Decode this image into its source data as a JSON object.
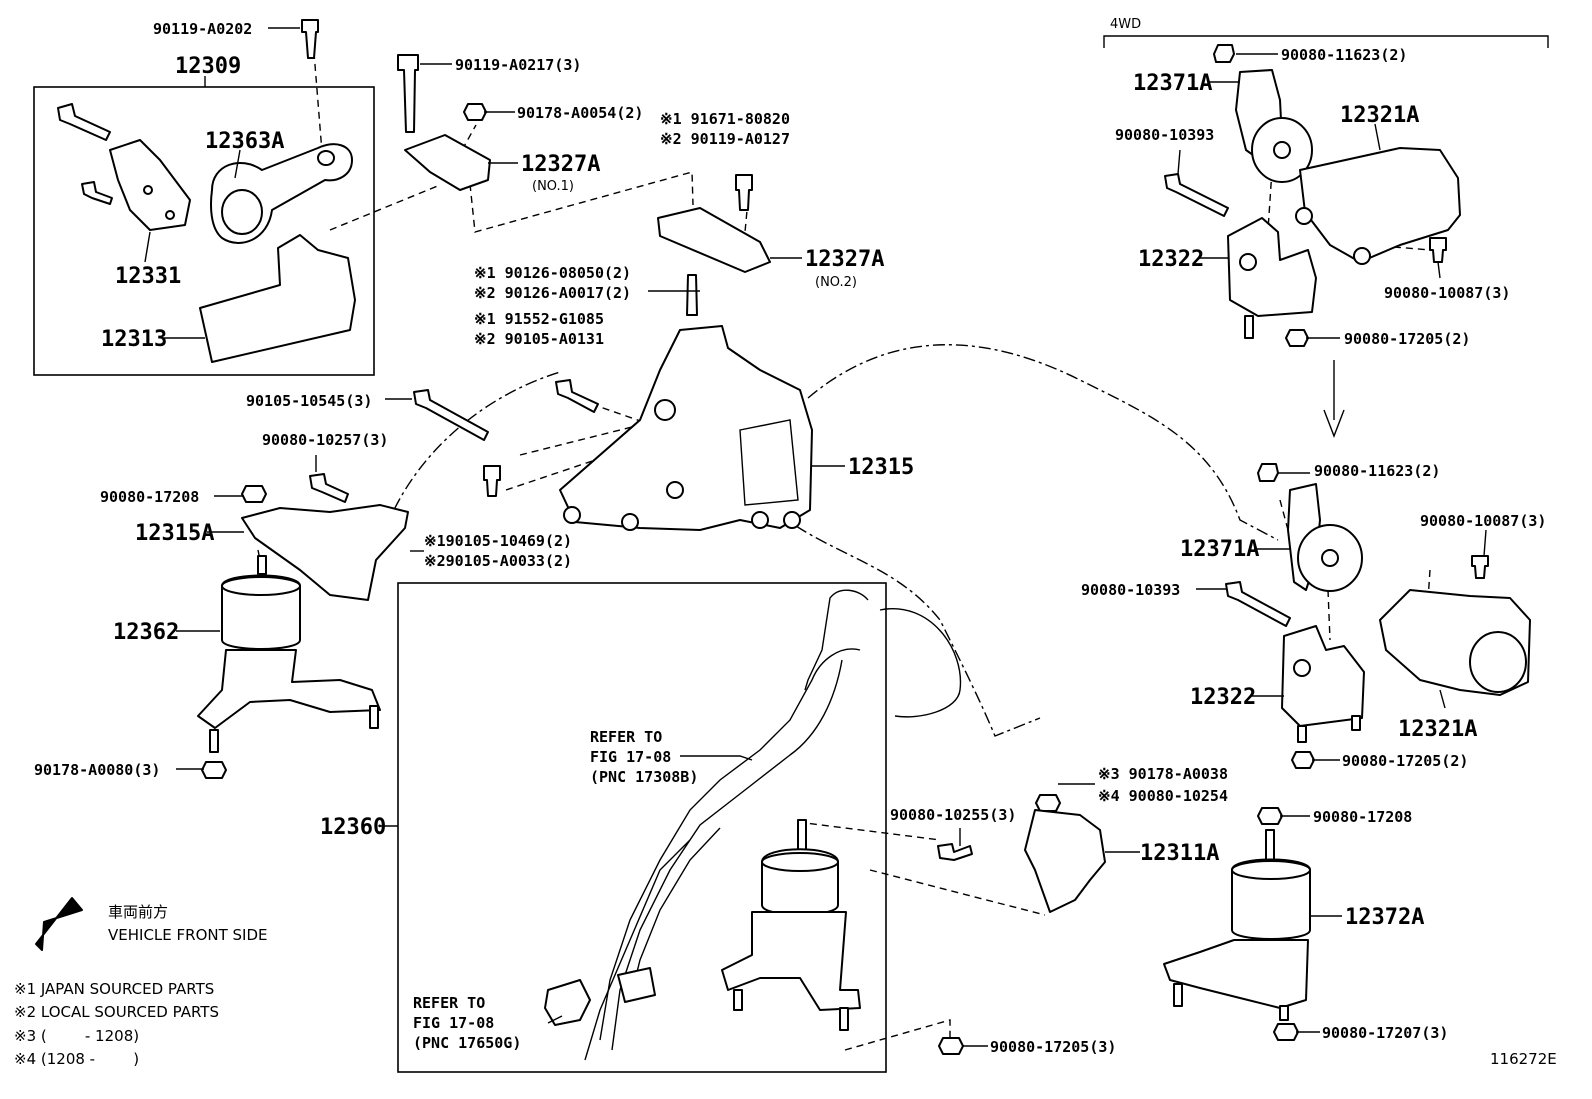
{
  "callouts": [
    {
      "id": "c1",
      "text": "90119-A0202"
    },
    {
      "id": "c2",
      "text": "12309"
    },
    {
      "id": "c3",
      "text": "12363A"
    },
    {
      "id": "c4",
      "text": "12331"
    },
    {
      "id": "c5",
      "text": "12313"
    },
    {
      "id": "c6",
      "text": "90119-A0217(3)"
    },
    {
      "id": "c7",
      "text": "90178-A0054(2)"
    },
    {
      "id": "c8",
      "text": "12327A"
    },
    {
      "id": "c9",
      "text": "(NO.1)"
    },
    {
      "id": "c10",
      "text": "※1 91671-80820"
    },
    {
      "id": "c11",
      "text": "※2 90119-A0127"
    },
    {
      "id": "c12",
      "text": "12327A"
    },
    {
      "id": "c13",
      "text": "(NO.2)"
    },
    {
      "id": "c14",
      "text": "※1 90126-08050(2)"
    },
    {
      "id": "c15",
      "text": "※2 90126-A0017(2)"
    },
    {
      "id": "c16",
      "text": "※1 91552-G1085"
    },
    {
      "id": "c17",
      "text": "※2 90105-A0131"
    },
    {
      "id": "c18",
      "text": "90105-10545(3)"
    },
    {
      "id": "c19",
      "text": "90080-10257(3)"
    },
    {
      "id": "c20",
      "text": "90080-17208"
    },
    {
      "id": "c21",
      "text": "12315A"
    },
    {
      "id": "c22",
      "text": "12315"
    },
    {
      "id": "c23",
      "text": "※190105-10469(2)"
    },
    {
      "id": "c24",
      "text": "※290105-A0033(2)"
    },
    {
      "id": "c25",
      "text": "12362"
    },
    {
      "id": "c26",
      "text": "90178-A0080(3)"
    },
    {
      "id": "c27",
      "text": "12360"
    },
    {
      "id": "c28",
      "text": "4WD"
    },
    {
      "id": "c29",
      "text": "90080-11623(2)"
    },
    {
      "id": "c30",
      "text": "12371A"
    },
    {
      "id": "c31",
      "text": "12321A"
    },
    {
      "id": "c32",
      "text": "90080-10393"
    },
    {
      "id": "c33",
      "text": "12322"
    },
    {
      "id": "c34",
      "text": "90080-10087(3)"
    },
    {
      "id": "c35",
      "text": "90080-17205(2)"
    },
    {
      "id": "c36",
      "text": "90080-11623(2)"
    },
    {
      "id": "c37",
      "text": "90080-10087(3)"
    },
    {
      "id": "c38",
      "text": "12371A"
    },
    {
      "id": "c39",
      "text": "90080-10393"
    },
    {
      "id": "c40",
      "text": "12322"
    },
    {
      "id": "c41",
      "text": "12321A"
    },
    {
      "id": "c42",
      "text": "90080-17205(2)"
    },
    {
      "id": "c43",
      "text": "※3 90178-A0038"
    },
    {
      "id": "c44",
      "text": "※4 90080-10254"
    },
    {
      "id": "c45",
      "text": "90080-10255(3)"
    },
    {
      "id": "c46",
      "text": "12311A"
    },
    {
      "id": "c47",
      "text": "90080-17208"
    },
    {
      "id": "c48",
      "text": "12372A"
    },
    {
      "id": "c49",
      "text": "90080-17207(3)"
    },
    {
      "id": "c50",
      "text": "90080-17205(3)"
    }
  ],
  "references": [
    {
      "line1": "REFER TO",
      "line2": "FIG 17-08",
      "line3": "(PNC 17308B)"
    },
    {
      "line1": "REFER TO",
      "line2": "FIG 17-08",
      "line3": "(PNC 17650G)"
    }
  ],
  "direction": {
    "jp": "車両前方",
    "en": "VEHICLE FRONT SIDE",
    "icon": "front-arrow-icon"
  },
  "legend": [
    "※1 JAPAN SOURCED PARTS",
    "※2 LOCAL SOURCED PARTS",
    "※3 (        - 1208)",
    "※4 (1208 -        )"
  ],
  "figure_id": "116272E"
}
